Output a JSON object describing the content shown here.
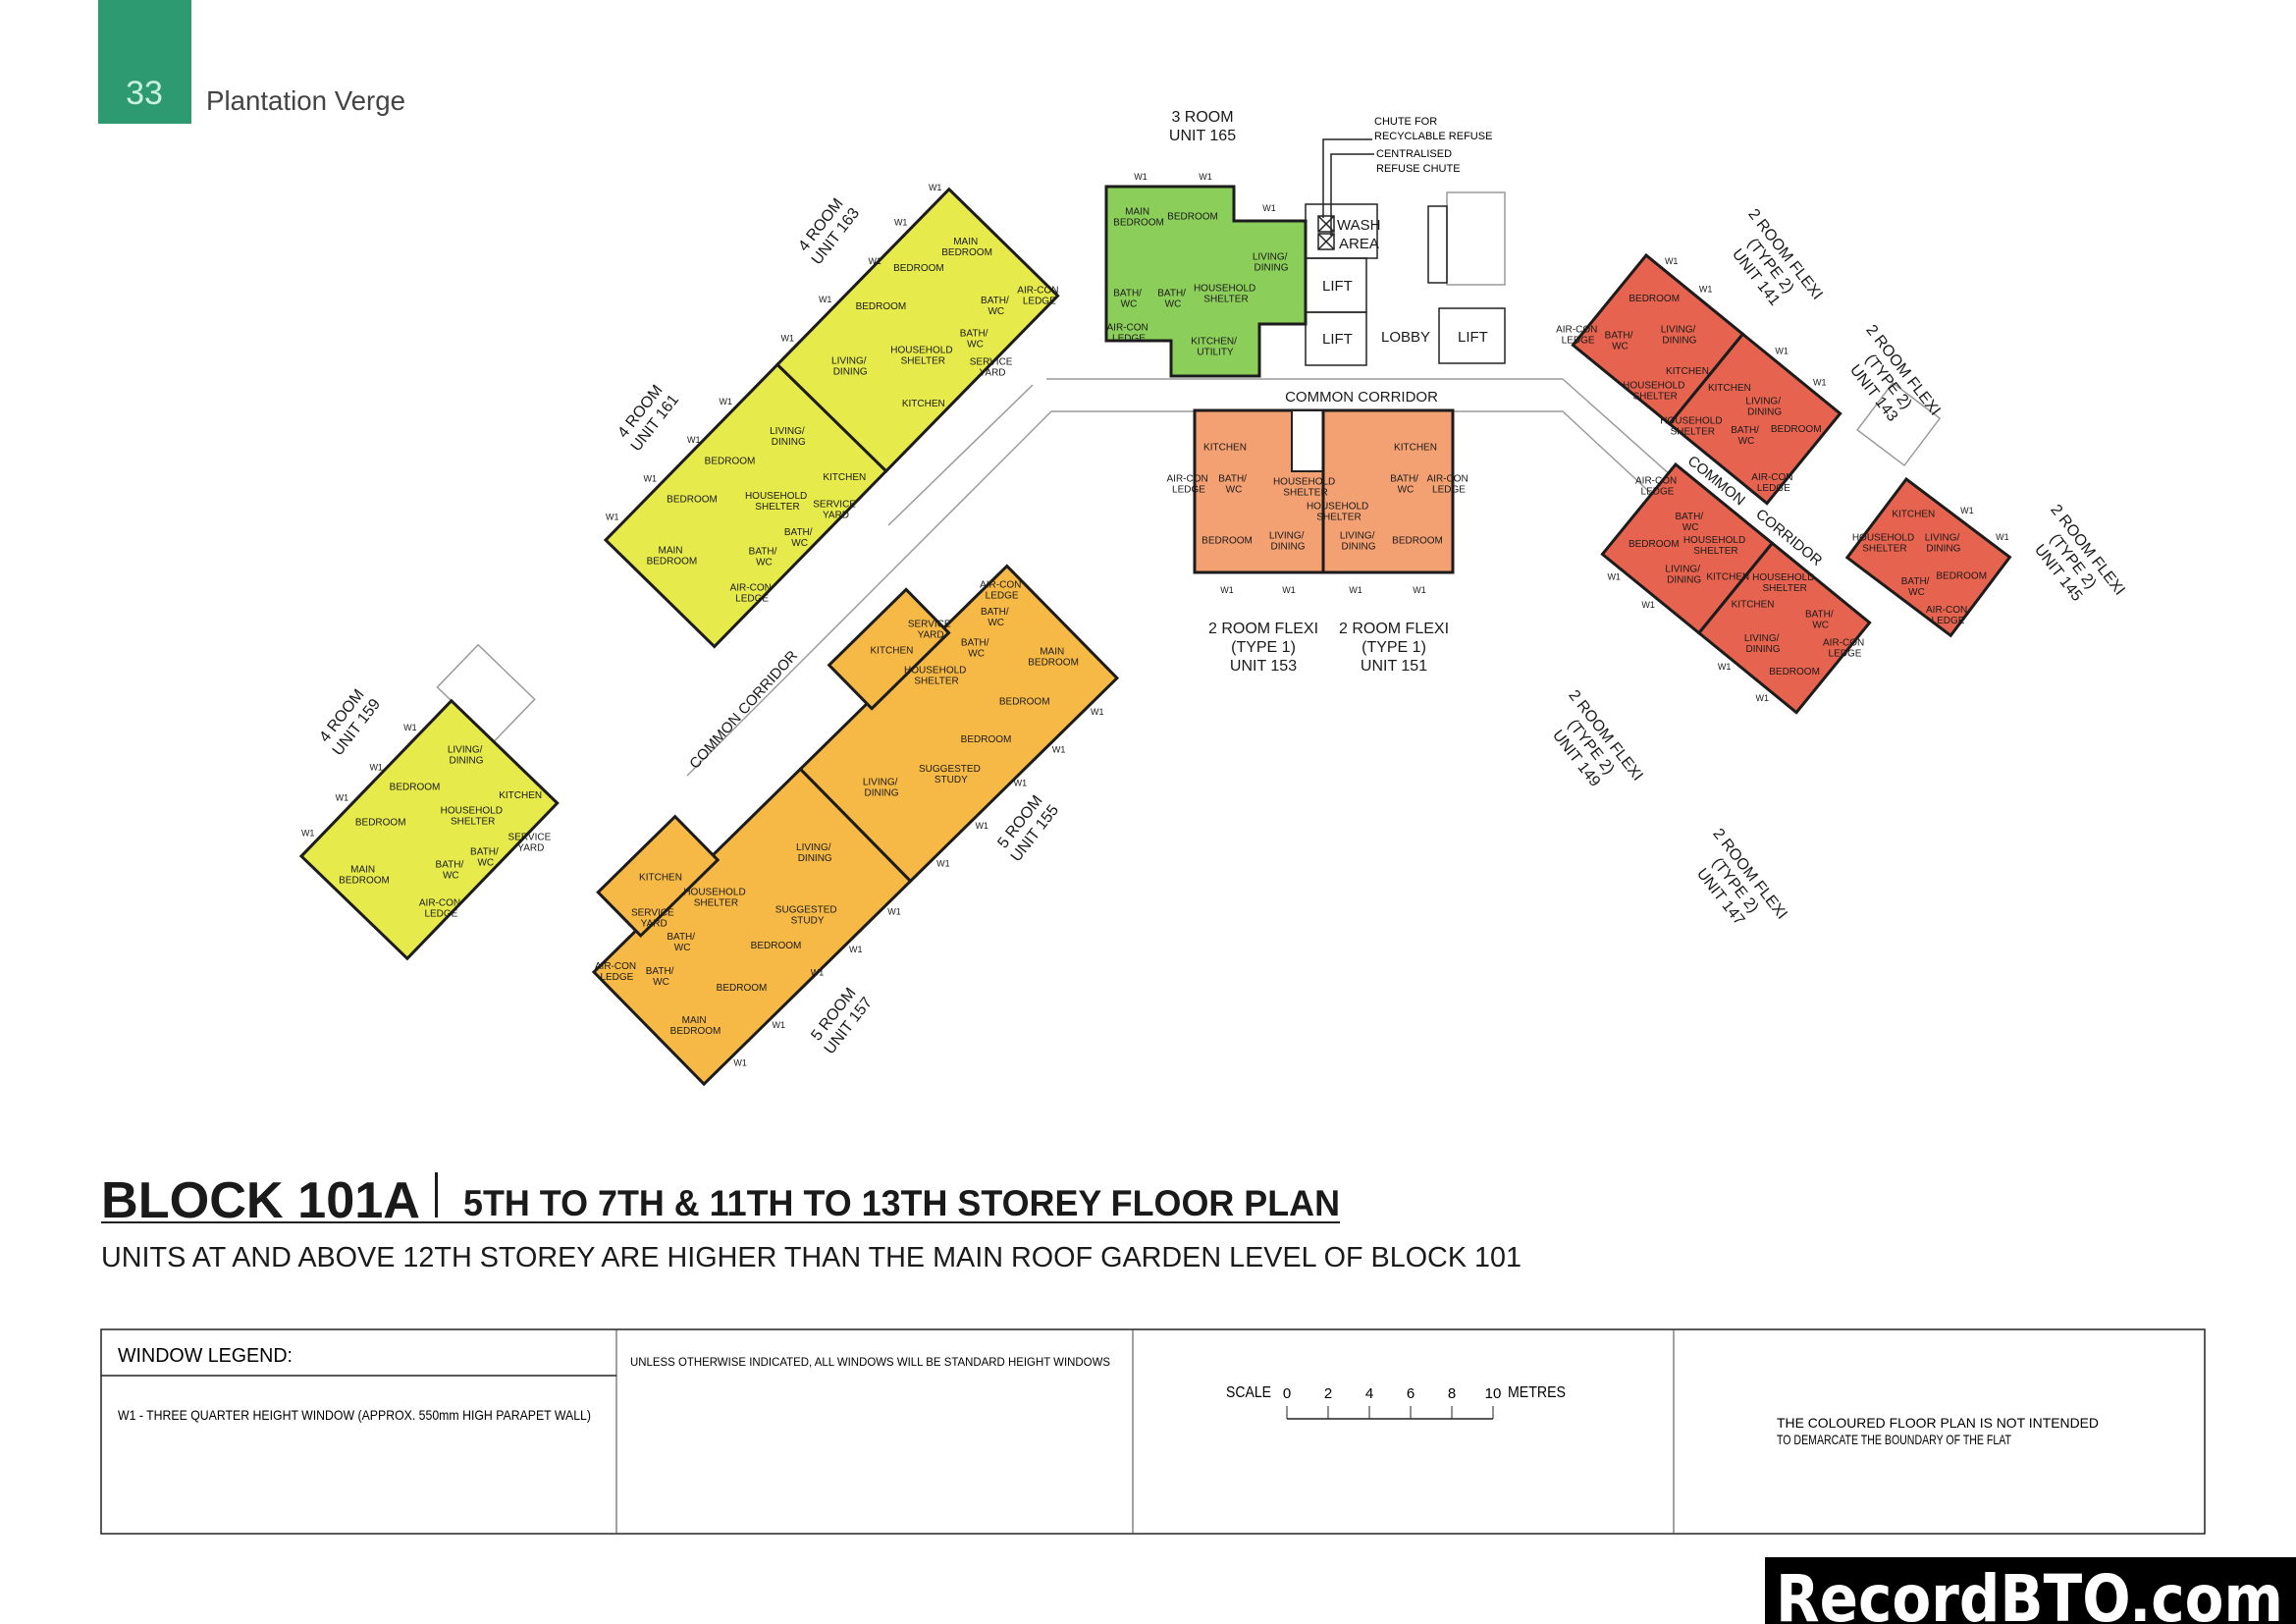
{
  "header": {
    "page_number": "33",
    "project_name": "Plantation Verge",
    "tab_color": "#2e9a72"
  },
  "title": {
    "block": "BLOCK  101A",
    "floors": "5TH TO 7TH & 11TH TO 13TH STOREY FLOOR PLAN",
    "note": "UNITS AT AND ABOVE 12TH STOREY ARE HIGHER THAN THE MAIN ROOF GARDEN LEVEL OF BLOCK 101"
  },
  "legend": {
    "heading": "WINDOW LEGEND:",
    "w1": "W1 -  THREE QUARTER HEIGHT WINDOW (APPROX. 550mm HIGH PARAPET WALL)",
    "standard": "UNLESS OTHERWISE INDICATED,  ALL WINDOWS WILL BE STANDARD HEIGHT WINDOWS",
    "scale_label": "SCALE",
    "scale_ticks": [
      "0",
      "2",
      "4",
      "6",
      "8",
      "10"
    ],
    "scale_unit": "METRES",
    "disclaimer": [
      "THE COLOURED FLOOR PLAN IS NOT INTENDED",
      "TO DEMARCATE THE BOUNDARY OF THE FLAT"
    ]
  },
  "watermark": "RecordBTO.com",
  "plan": {
    "window_label": "W1",
    "colors": {
      "3_room": "#8cce5a",
      "4_room": "#e6ea4a",
      "5_room": "#f6b945",
      "2_room_flexi_type_1": "#f3a072",
      "2_room_flexi_type_2": "#e6634f"
    },
    "core": {
      "wash_area": [
        "WASH",
        "AREA"
      ],
      "lift": "LIFT",
      "lobby": "LOBBY",
      "common_corridor": "COMMON CORRIDOR",
      "common": "COMMON",
      "corridor": "CORRIDOR",
      "chute_recyclable": [
        "CHUTE FOR",
        "RECYCLABLE REFUSE"
      ],
      "chute_refuse": [
        "CENTRALISED",
        "REFUSE CHUTE"
      ]
    },
    "units": [
      {
        "label": [
          "3 ROOM",
          "UNIT 165"
        ],
        "color": "#8cce5a",
        "rooms": [
          "MAIN BEDROOM",
          "BEDROOM",
          "LIVING/ DINING",
          "BATH/ WC",
          "BATH/ WC",
          "HOUSEHOLD SHELTER",
          "AIR-CON LEDGE",
          "KITCHEN/ UTILITY"
        ]
      },
      {
        "label": [
          "4 ROOM",
          "UNIT 163"
        ],
        "color": "#e6ea4a",
        "rooms": [
          "LIVING/ DINING",
          "BEDROOM",
          "BEDROOM",
          "MAIN BEDROOM",
          "HOUSEHOLD SHELTER",
          "BATH/ WC",
          "BATH/ WC",
          "SERVICE YARD",
          "KITCHEN",
          "AIR-CON LEDGE"
        ]
      },
      {
        "label": [
          "4 ROOM",
          "UNIT 161"
        ],
        "color": "#e6ea4a",
        "rooms": [
          "MAIN BEDROOM",
          "BEDROOM",
          "BEDROOM",
          "LIVING/ DINING",
          "HOUSEHOLD SHELTER",
          "BATH/ WC",
          "BATH/ WC",
          "SERVICE YARD",
          "KITCHEN",
          "AIR-CON LEDGE"
        ]
      },
      {
        "label": [
          "4 ROOM",
          "UNIT 159"
        ],
        "color": "#e6ea4a",
        "rooms": [
          "MAIN BEDROOM",
          "BEDROOM",
          "BEDROOM",
          "LIVING/ DINING",
          "HOUSEHOLD SHELTER",
          "BATH/ WC",
          "BATH/ WC",
          "SERVICE YARD",
          "KITCHEN",
          "AIR-CON LEDGE"
        ]
      },
      {
        "label": [
          "5 ROOM",
          "UNIT 157"
        ],
        "color": "#f6b945",
        "rooms": [
          "MAIN BEDROOM",
          "BEDROOM",
          "BEDROOM",
          "SUGGESTED STUDY",
          "LIVING/ DINING",
          "KITCHEN",
          "HOUSEHOLD SHELTER",
          "BATH/ WC",
          "BATH/ WC",
          "SERVICE YARD",
          "AIR-CON LEDGE"
        ]
      },
      {
        "label": [
          "5 ROOM",
          "UNIT 155"
        ],
        "color": "#f6b945",
        "rooms": [
          "LIVING/ DINING",
          "SUGGESTED STUDY",
          "BEDROOM",
          "BEDROOM",
          "MAIN BEDROOM",
          "KITCHEN",
          "HOUSEHOLD SHELTER",
          "BATH/ WC",
          "BATH/ WC",
          "SERVICE YARD",
          "AIR-CON LEDGE"
        ]
      },
      {
        "label": [
          "2 ROOM FLEXI",
          "(TYPE 1)",
          "UNIT 153"
        ],
        "color": "#f3a072",
        "rooms": [
          "KITCHEN",
          "BATH/ WC",
          "AIR-CON LEDGE",
          "BEDROOM",
          "LIVING/ DINING",
          "HOUSEHOLD SHELTER"
        ]
      },
      {
        "label": [
          "2 ROOM FLEXI",
          "(TYPE 1)",
          "UNIT 151"
        ],
        "color": "#f3a072",
        "rooms": [
          "KITCHEN",
          "BATH/ WC",
          "AIR-CON LEDGE",
          "BEDROOM",
          "LIVING/ DINING",
          "HOUSEHOLD SHELTER"
        ]
      },
      {
        "label": [
          "2 ROOM FLEXI",
          "(TYPE 2)",
          "UNIT 141"
        ],
        "color": "#e6634f",
        "rooms": [
          "BEDROOM",
          "LIVING/ DINING",
          "KITCHEN",
          "BATH/ WC",
          "HOUSEHOLD SHELTER",
          "AIR-CON LEDGE"
        ]
      },
      {
        "label": [
          "2 ROOM FLEXI",
          "(TYPE 2)",
          "UNIT 143"
        ],
        "color": "#e6634f",
        "rooms": [
          "KITCHEN",
          "LIVING/ DINING",
          "BEDROOM",
          "BATH/ WC",
          "HOUSEHOLD SHELTER",
          "AIR-CON LEDGE"
        ]
      },
      {
        "label": [
          "2 ROOM FLEXI",
          "(TYPE 2)",
          "UNIT 145"
        ],
        "color": "#e6634f",
        "rooms": [
          "KITCHEN",
          "LIVING/ DINING",
          "BEDROOM",
          "HOUSEHOLD SHELTER",
          "BATH/ WC",
          "AIR-CON LEDGE"
        ]
      },
      {
        "label": [
          "2 ROOM FLEXI",
          "(TYPE 2)",
          "UNIT 149"
        ],
        "color": "#e6634f",
        "rooms": [
          "BEDROOM",
          "LIVING/ DINING",
          "KITCHEN",
          "BATH/ WC",
          "HOUSEHOLD SHELTER",
          "AIR-CON LEDGE"
        ]
      },
      {
        "label": [
          "2 ROOM FLEXI",
          "(TYPE 2)",
          "UNIT 147"
        ],
        "color": "#e6634f",
        "rooms": [
          "KITCHEN",
          "LIVING/ DINING",
          "BEDROOM",
          "BATH/ WC",
          "HOUSEHOLD SHELTER",
          "AIR-CON LEDGE"
        ]
      }
    ]
  }
}
